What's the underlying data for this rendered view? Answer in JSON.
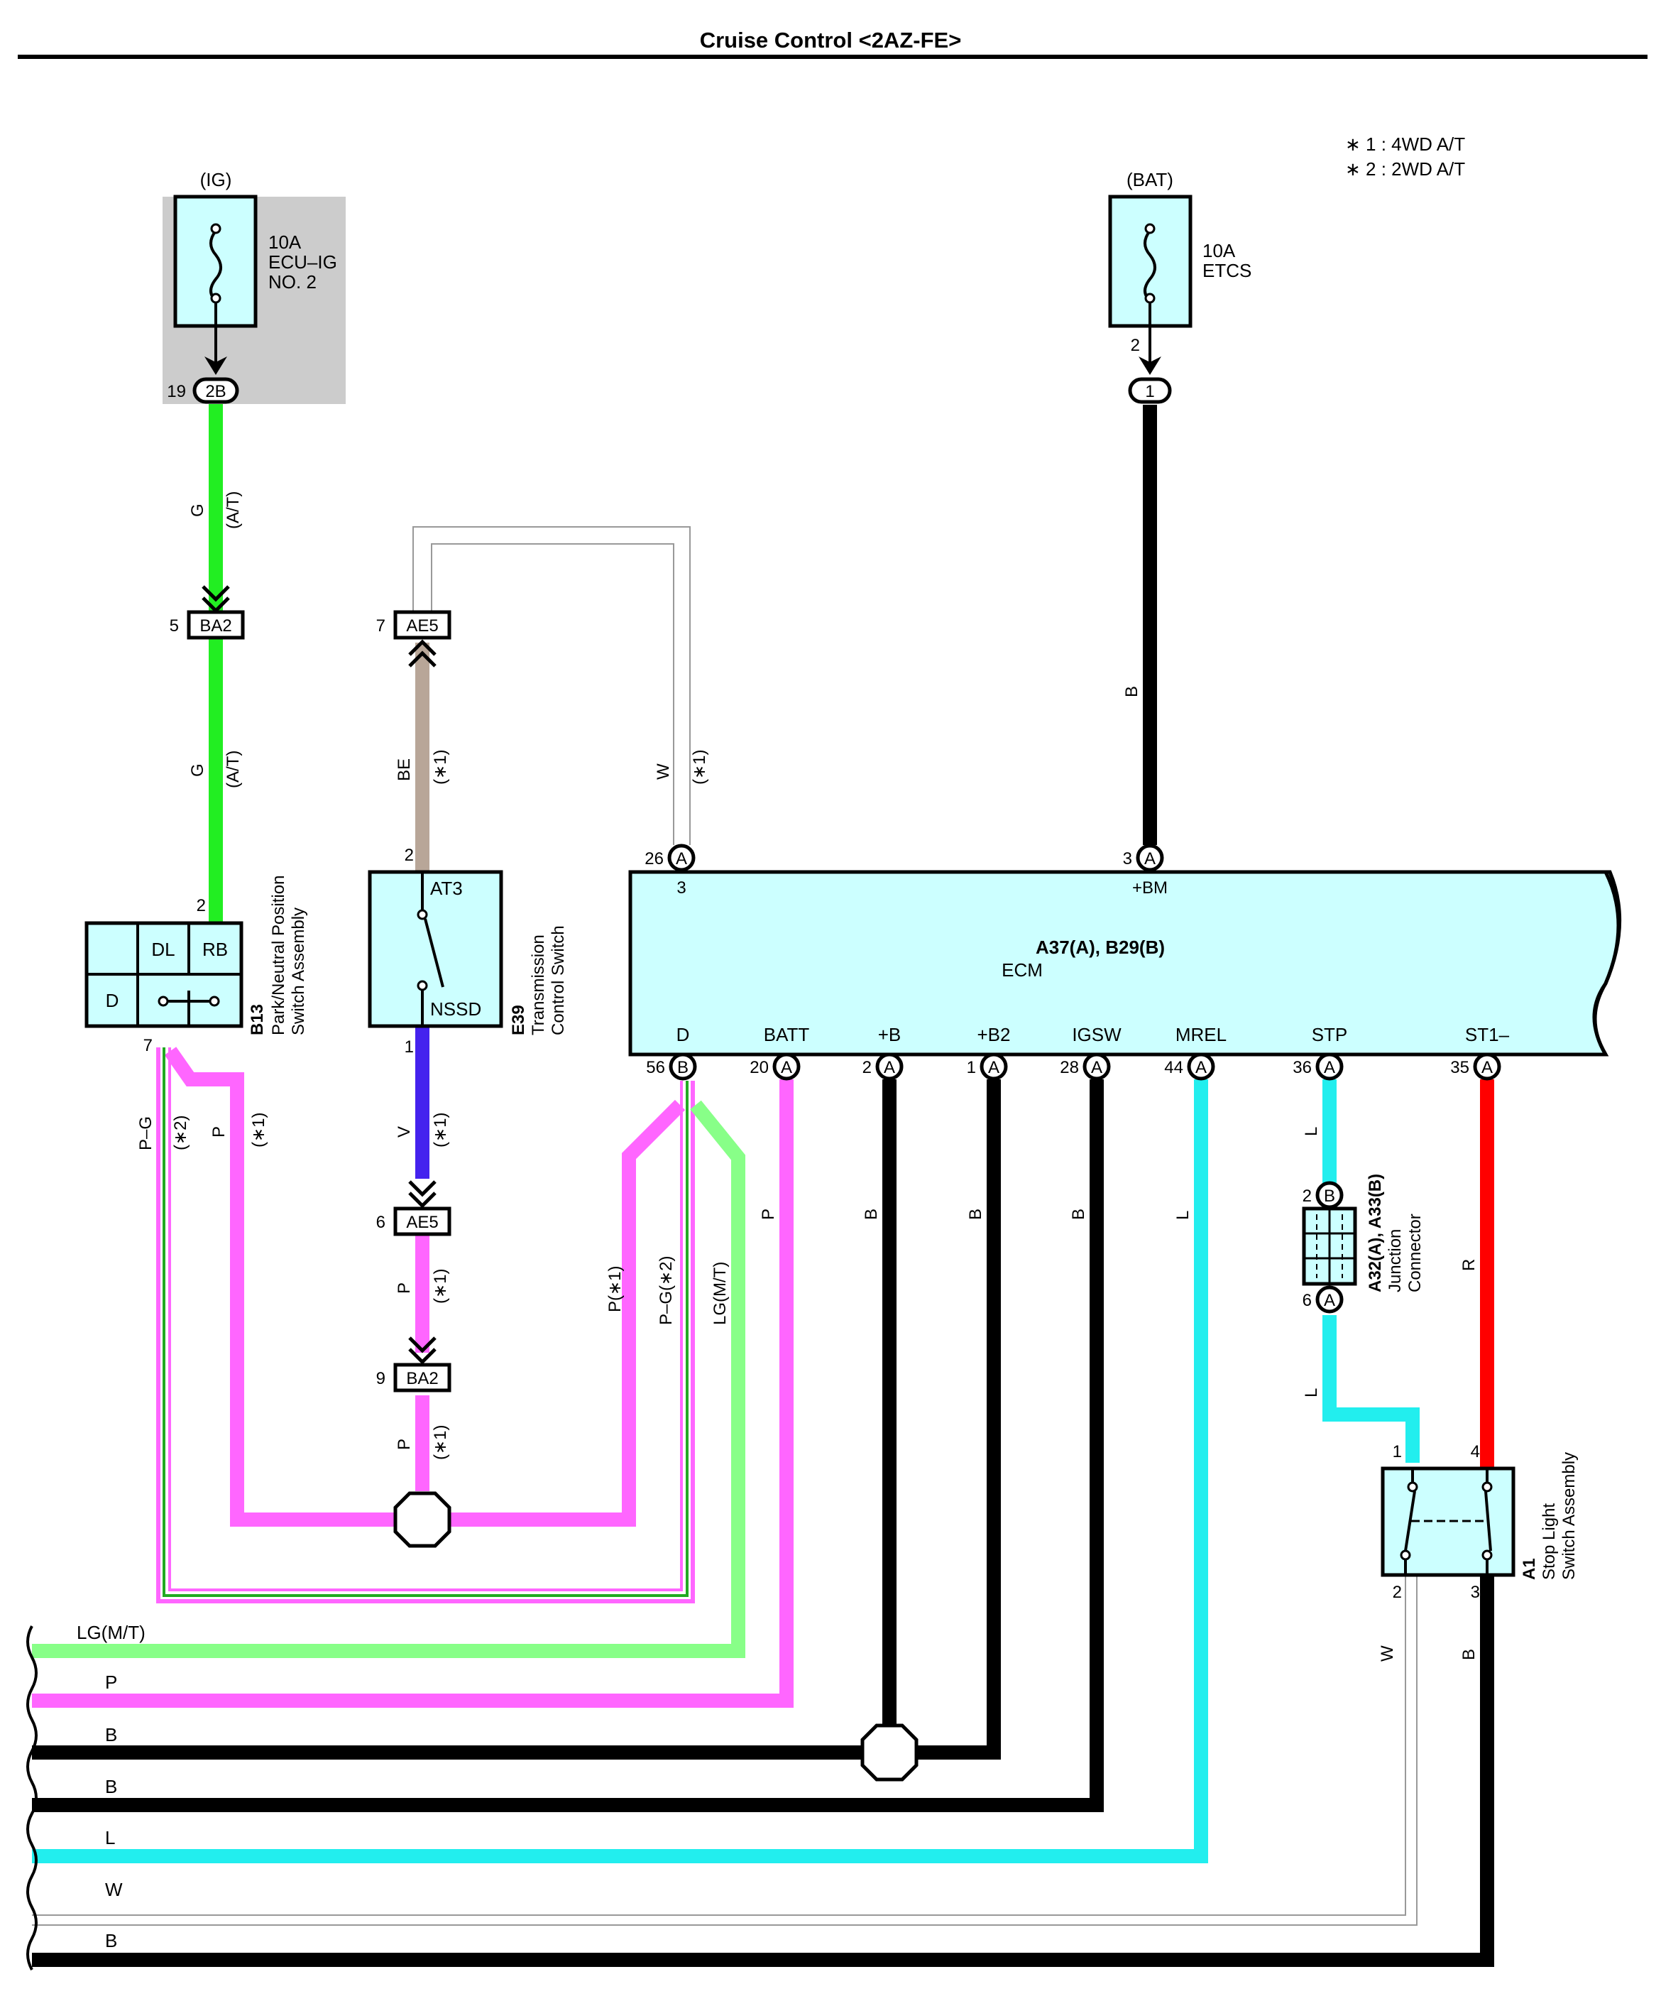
{
  "title": "Cruise Control <2AZ-FE>",
  "notes": [
    "∗ 1 : 4WD A/T",
    "∗ 2 : 2WD A/T"
  ],
  "colors": {
    "G": "#22ee22",
    "LG": "#88ff88",
    "P": "#ff66ff",
    "B": "#000000",
    "BE": "#b8a698",
    "V": "#4422ee",
    "L": "#22eeee",
    "R": "#ff0000",
    "W": "#ffffff",
    "component_fill": "#ccffff",
    "fuse_box_shade": "#cccccc"
  },
  "fuses": [
    {
      "supply": "(IG)",
      "rating": "10A",
      "name_line1": "ECU–IG",
      "name_line2": "NO. 2",
      "pin": "19",
      "connector": "2B"
    },
    {
      "supply": "(BAT)",
      "rating": "10A",
      "name_line1": "ETCS",
      "pin": "2",
      "connector": "1"
    }
  ],
  "connectors": {
    "ba2_top": {
      "pin": "5",
      "code": "BA2"
    },
    "ae5_top": {
      "pin": "7",
      "code": "AE5"
    },
    "ae5_bot": {
      "pin": "6",
      "code": "AE5"
    },
    "ba2_bot": {
      "pin": "9",
      "code": "BA2"
    }
  },
  "components": {
    "park_neutral": {
      "id": "B13",
      "name_line1": "Park/Neutral Position",
      "name_line2": "Switch Assembly",
      "cells": [
        "DL",
        "RB",
        "D"
      ],
      "pin_top": "2",
      "pin_bottom": "7"
    },
    "trans_switch": {
      "id": "E39",
      "name_line1": "Transmission",
      "name_line2": "Control Switch",
      "term_top": "AT3",
      "term_bottom": "NSSD",
      "pin_top": "2",
      "pin_bottom": "1"
    },
    "ecm": {
      "id": "A37(A), B29(B)",
      "name": "ECM",
      "top_pins": [
        {
          "num": "26",
          "conn": "A",
          "label": "3"
        },
        {
          "num": "3",
          "conn": "A",
          "label": "+BM"
        }
      ],
      "bottom_pins": [
        {
          "num": "56",
          "conn": "B",
          "label": "D"
        },
        {
          "num": "20",
          "conn": "A",
          "label": "BATT"
        },
        {
          "num": "2",
          "conn": "A",
          "label": "+B"
        },
        {
          "num": "1",
          "conn": "A",
          "label": "+B2"
        },
        {
          "num": "28",
          "conn": "A",
          "label": "IGSW"
        },
        {
          "num": "44",
          "conn": "A",
          "label": "MREL"
        },
        {
          "num": "36",
          "conn": "A",
          "label": "STP"
        },
        {
          "num": "35",
          "conn": "A",
          "label": "ST1–"
        }
      ]
    },
    "junction": {
      "id": "A32(A), A33(B)",
      "name_line1": "Junction",
      "name_line2": "Connector",
      "pin_top": "2",
      "conn_top": "B",
      "pin_bottom": "6",
      "conn_bottom": "A"
    },
    "stop_light": {
      "id": "A1",
      "name_line1": "Stop Light",
      "name_line2": "Switch Assembly",
      "pins": [
        "1",
        "4",
        "2",
        "3"
      ]
    }
  },
  "wire_labels": {
    "g1": "G",
    "g1n": "(A/T)",
    "g2": "G",
    "g2n": "(A/T)",
    "be": "BE",
    "ben": "(∗1)",
    "w_top": "W",
    "w_topn": "(∗1)",
    "b_bat": "B",
    "pg_left": "P–G",
    "pg_leftn": "(∗2)",
    "p_left": "P",
    "p_leftn": "(∗1)",
    "v": "V",
    "vn": "(∗1)",
    "p_mid1": "P",
    "p_mid1n": "(∗1)",
    "p_mid2": "P",
    "p_mid2n": "(∗1)",
    "p_d": "P(∗1)",
    "pg_d": "P–G(∗2)",
    "lg_d": "LG(M/T)",
    "p_batt": "P",
    "b_b": "B",
    "b_b2": "B",
    "b_igsw": "B",
    "l_mrel": "L",
    "l_stp1": "L",
    "l_stp2": "L",
    "r_st1": "R",
    "w_sl": "W",
    "b_sl": "B"
  },
  "continuation_labels": [
    "LG(M/T)",
    "P",
    "B",
    "B",
    "L",
    "W",
    "B"
  ]
}
